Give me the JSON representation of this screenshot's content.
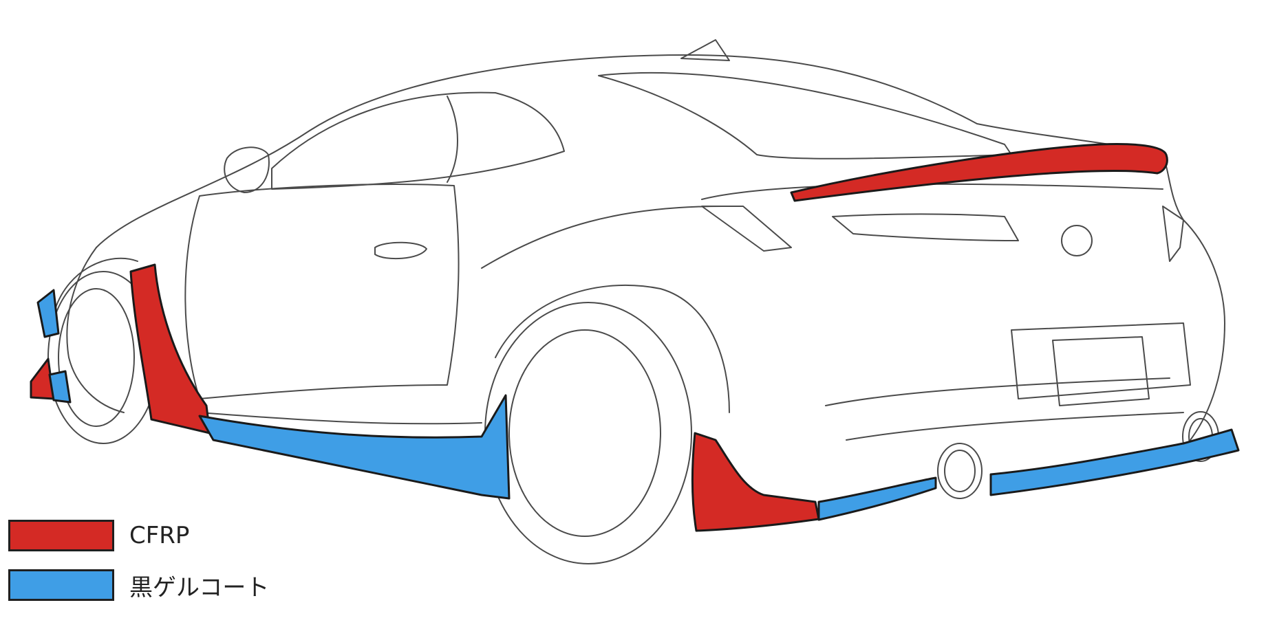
{
  "colors": {
    "cfrp": "#d42a25",
    "gelcoat": "#3f9ee6",
    "outline": "#1a1a1a",
    "sketch": "#4a4a4a"
  },
  "legend": {
    "items": [
      {
        "label": "CFRP",
        "color_key": "cfrp"
      },
      {
        "label": "黒ゲルコート",
        "color_key": "gelcoat"
      }
    ]
  }
}
